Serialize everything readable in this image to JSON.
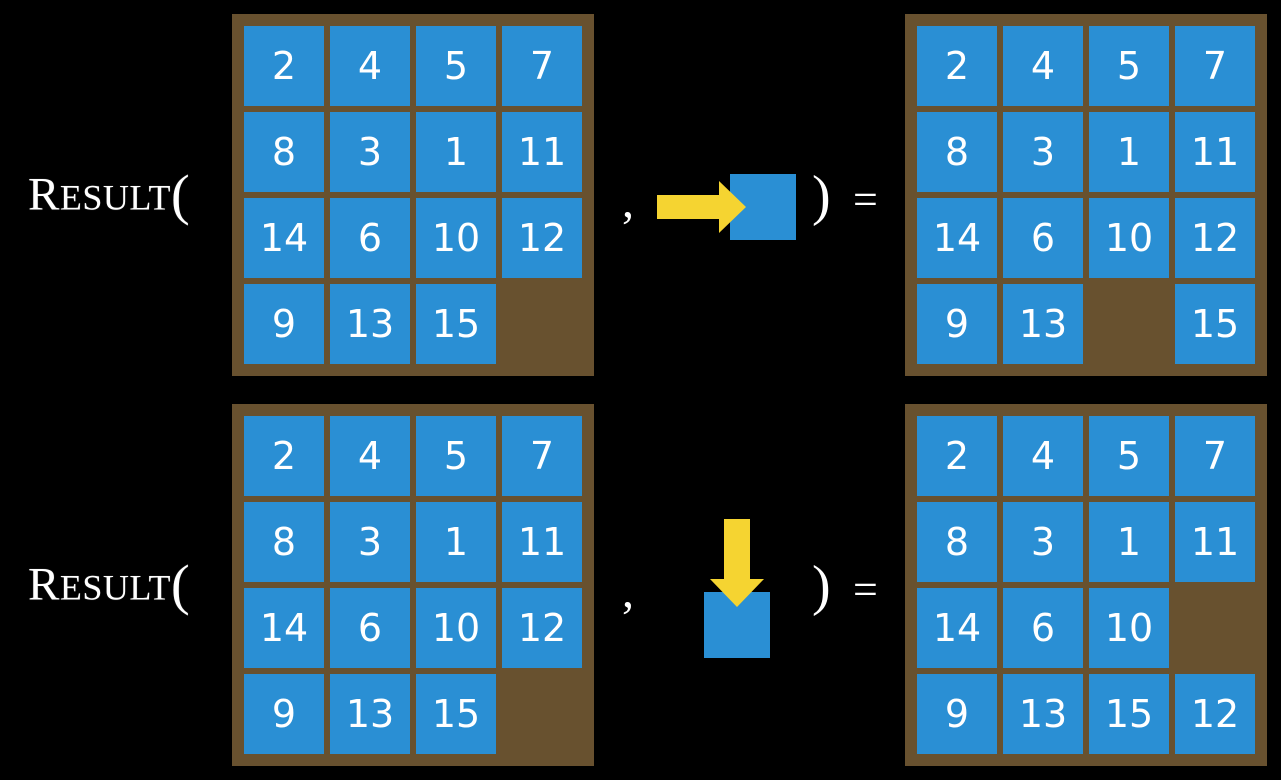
{
  "background_color": "#000000",
  "colors": {
    "board": "#68512f",
    "tile": "#2a8fd4",
    "tile_text": "#ffffff",
    "arrow": "#f5d431",
    "text": "#ffffff"
  },
  "symbols": {
    "comma": ",",
    "close_paren": ")",
    "equals": "="
  },
  "rows": [
    {
      "id": "row-right-move",
      "label": {
        "lead_cap": "R",
        "rest": "ESULT",
        "open_paren": "("
      },
      "input_grid": {
        "name": "input-board-right-move",
        "columns": 4,
        "rows": 4,
        "cells": [
          "2",
          "4",
          "5",
          "7",
          "8",
          "3",
          "1",
          "11",
          "14",
          "6",
          "10",
          "12",
          "9",
          "13",
          "15",
          ""
        ]
      },
      "operand": {
        "name": "move-right-operand",
        "arrow_direction": "right",
        "arrow_icon": "arrow-right-icon",
        "tile_label": ""
      },
      "output_grid": {
        "name": "output-board-right-move",
        "columns": 4,
        "rows": 4,
        "cells": [
          "2",
          "4",
          "5",
          "7",
          "8",
          "3",
          "1",
          "11",
          "14",
          "6",
          "10",
          "12",
          "9",
          "13",
          "",
          "15"
        ]
      }
    },
    {
      "id": "row-down-move",
      "label": {
        "lead_cap": "R",
        "rest": "ESULT",
        "open_paren": "("
      },
      "input_grid": {
        "name": "input-board-down-move",
        "columns": 4,
        "rows": 4,
        "cells": [
          "2",
          "4",
          "5",
          "7",
          "8",
          "3",
          "1",
          "11",
          "14",
          "6",
          "10",
          "12",
          "9",
          "13",
          "15",
          ""
        ]
      },
      "operand": {
        "name": "move-down-operand",
        "arrow_direction": "down",
        "arrow_icon": "arrow-down-icon",
        "tile_label": ""
      },
      "output_grid": {
        "name": "output-board-down-move",
        "columns": 4,
        "rows": 4,
        "cells": [
          "2",
          "4",
          "5",
          "7",
          "8",
          "3",
          "1",
          "11",
          "14",
          "6",
          "10",
          "",
          "9",
          "13",
          "15",
          "12"
        ]
      }
    }
  ]
}
